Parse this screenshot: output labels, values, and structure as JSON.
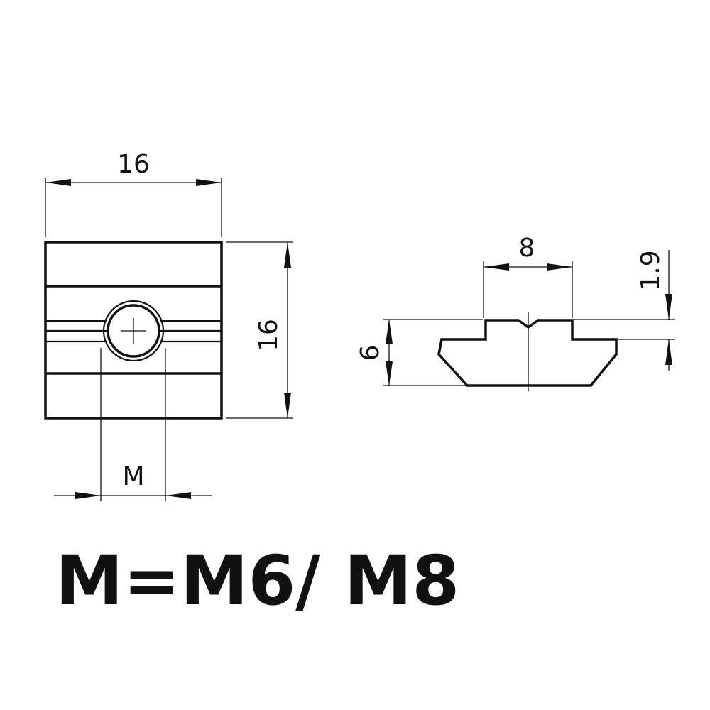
{
  "front_view": {
    "width_label": "16",
    "height_label": "16",
    "thread_label": "M"
  },
  "side_view": {
    "top_width_label": "8",
    "height_label": "6",
    "step_label": "1.9"
  },
  "caption": "M=M6/ M8"
}
